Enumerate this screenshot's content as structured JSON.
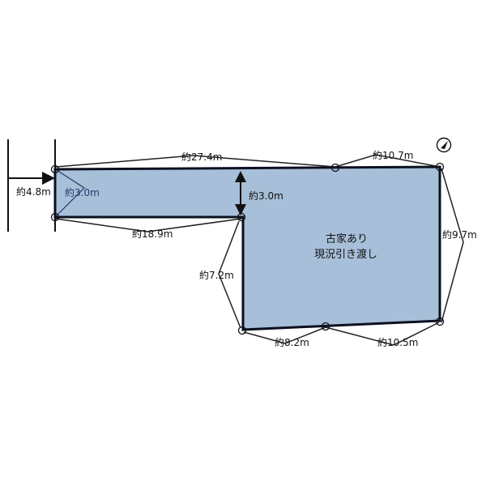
{
  "diagram": {
    "colors": {
      "lot_fill": "#a7bfd8",
      "lot_stroke": "#0b1020",
      "dimension_line": "#222222",
      "road_line": "#111111",
      "label_blue": "#223b6b"
    },
    "icons": {
      "north": "north-arrow-icon",
      "survey_marker": "circle-survey-marker-icon"
    },
    "labels": {
      "road_width": "約4.8m",
      "frontage_inside": "約3.0m",
      "top_long_edge": "約27.4m",
      "top_right_edge": "約10.7m",
      "passage_width": "約3.0m",
      "passage_bottom_edge": "約18.9m",
      "right_edge": "約9.7m",
      "left_lower_edge": "約7.2m",
      "bottom_left_edge": "約8.2m",
      "bottom_right_edge": "約10.5m",
      "note_line1": "古家あり",
      "note_line2": "現況引き渡し"
    }
  }
}
